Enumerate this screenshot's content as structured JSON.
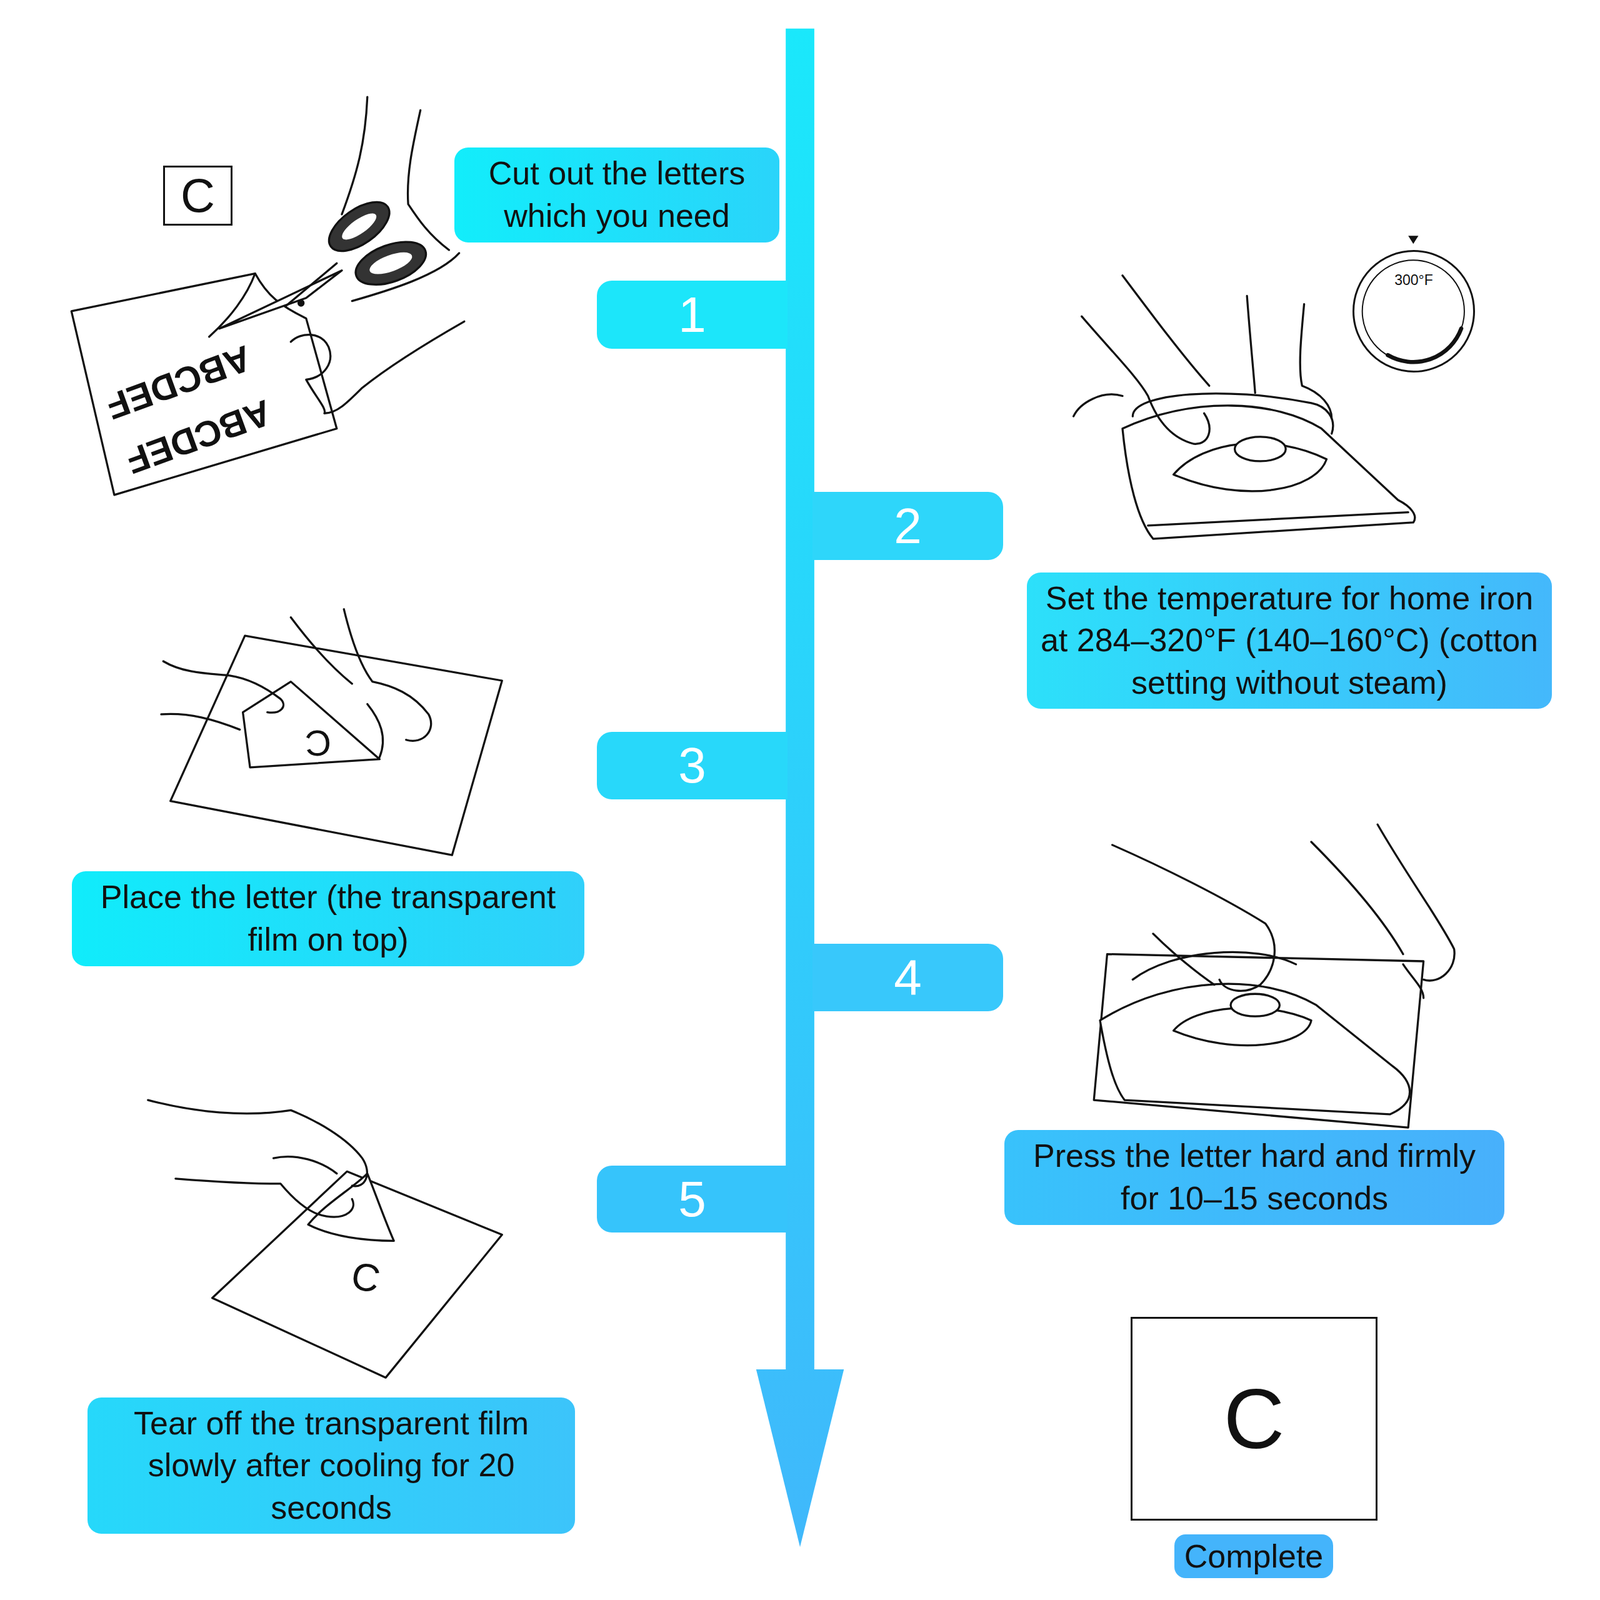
{
  "diagram": {
    "nodes": [
      {
        "text": [
          "C"
        ]
      },
      {
        "text": [
          "Cut out the letters which you need"
        ]
      },
      {
        "text": [
          "1"
        ]
      },
      {
        "text": [
          "300°F"
        ]
      },
      {
        "text": [
          "2"
        ]
      },
      {
        "text": [
          "Set the temperature for home iron at 284–320°F (140–160°C) (cotton setting without steam)"
        ]
      },
      {
        "text": [
          "3"
        ]
      },
      {
        "text": [
          "Place the letter (the transparent film on top)"
        ]
      },
      {
        "text": [
          "4"
        ]
      },
      {
        "text": [
          "Press the letter hard and firmly for 10–15 seconds"
        ]
      },
      {
        "text": [
          "5"
        ]
      },
      {
        "text": [
          "C"
        ]
      },
      {
        "text": [
          "Tear off the transparent film slowly after cooling for 20 seconds"
        ]
      },
      {
        "text": [
          "Complete"
        ]
      }
    ],
    "labels": [
      "ABCDEF",
      "ABCDEF",
      "C",
      "C"
    ]
  }
}
